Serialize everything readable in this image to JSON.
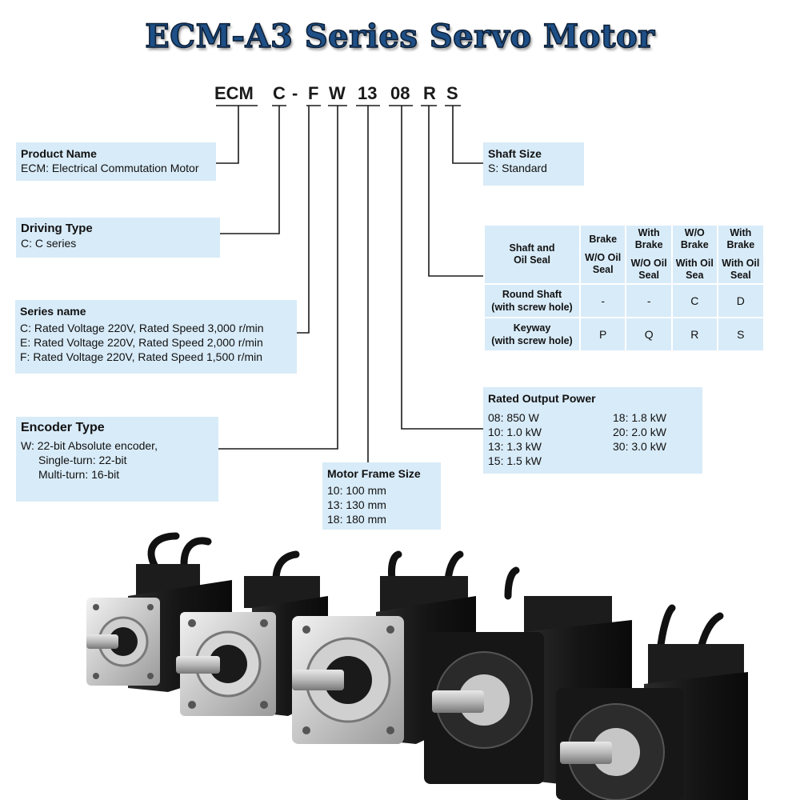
{
  "title": "ECM-A3 Series Servo Motor",
  "code_segments": [
    "ECM",
    "C",
    "-",
    "F",
    "W",
    "13",
    "08",
    "R",
    "S"
  ],
  "product_name": {
    "title": "Product Name",
    "lines": [
      "ECM: Electrical Commutation Motor"
    ]
  },
  "driving_type": {
    "title": "Driving Type",
    "lines": [
      "C: C series"
    ]
  },
  "series_name": {
    "title": "Series name",
    "lines": [
      "C: Rated Voltage 220V, Rated Speed 3,000 r/min",
      "E: Rated Voltage 220V, Rated Speed 2,000 r/min",
      "F: Rated Voltage 220V, Rated Speed 1,500 r/min"
    ]
  },
  "encoder_type": {
    "title": "Encoder Type",
    "lines": [
      "W: 22-bit Absolute encoder,",
      "Single-turn: 22-bit",
      "Multi-turn: 16-bit"
    ]
  },
  "motor_frame_size": {
    "title": "Motor Frame Size",
    "lines": [
      "10: 100 mm",
      "13: 130 mm",
      "18: 180 mm"
    ]
  },
  "rated_output_power": {
    "title": "Rated Output Power",
    "col1": [
      "08: 850 W",
      "10: 1.0 kW",
      "13: 1.3 kW",
      "15: 1.5 kW"
    ],
    "col2": [
      "18: 1.8 kW",
      "20: 2.0 kW",
      "30: 3.0 kW",
      ""
    ]
  },
  "shaft_size": {
    "title": "Shaft Size",
    "lines": [
      "S: Standard"
    ]
  },
  "shaft_oil_table": {
    "header": [
      [
        "Shaft and",
        "Oil Seal"
      ],
      [
        "Brake",
        "W/O Oil Seal"
      ],
      [
        "With Brake",
        "W/O Oil Seal"
      ],
      [
        "W/O Brake",
        "With Oil Sea"
      ],
      [
        "With Brake",
        "With Oil Seal"
      ]
    ],
    "rows": [
      {
        "label": [
          "Round Shaft",
          "(with screw hole)"
        ],
        "values": [
          "-",
          "-",
          "C",
          "D"
        ]
      },
      {
        "label": [
          "Keyway",
          "(with screw hole)"
        ],
        "values": [
          "P",
          "Q",
          "R",
          "S"
        ]
      }
    ]
  }
}
